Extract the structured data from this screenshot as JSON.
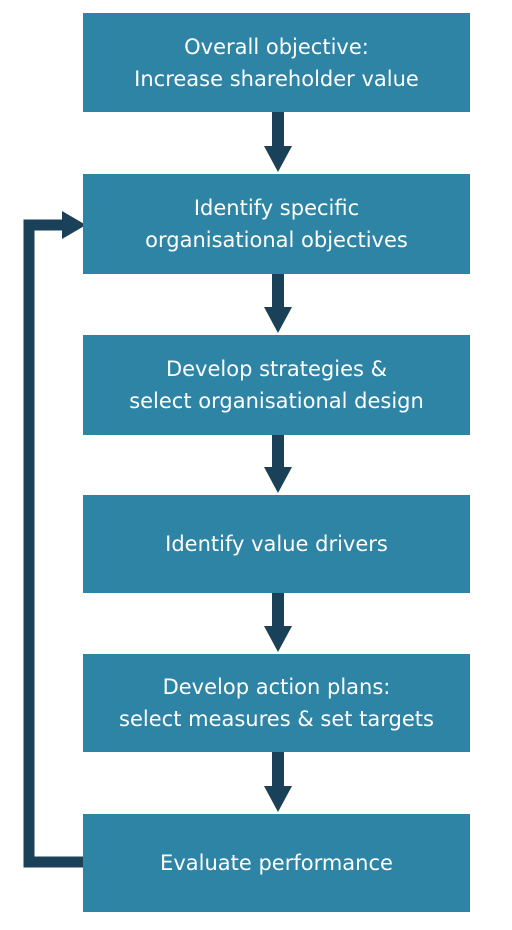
{
  "diagram": {
    "colors": {
      "box_fill": "#2e84a4",
      "box_text": "#ffffff",
      "arrow": "#1a4157"
    },
    "steps": [
      {
        "label": "Overall objective:\nIncrease shareholder value"
      },
      {
        "label": "Identify specific\norganisational objectives"
      },
      {
        "label": "Develop strategies &\nselect organisational design"
      },
      {
        "label": "Identify value drivers"
      },
      {
        "label": "Develop action plans:\nselect measures & set targets"
      },
      {
        "label": "Evaluate performance"
      }
    ]
  }
}
